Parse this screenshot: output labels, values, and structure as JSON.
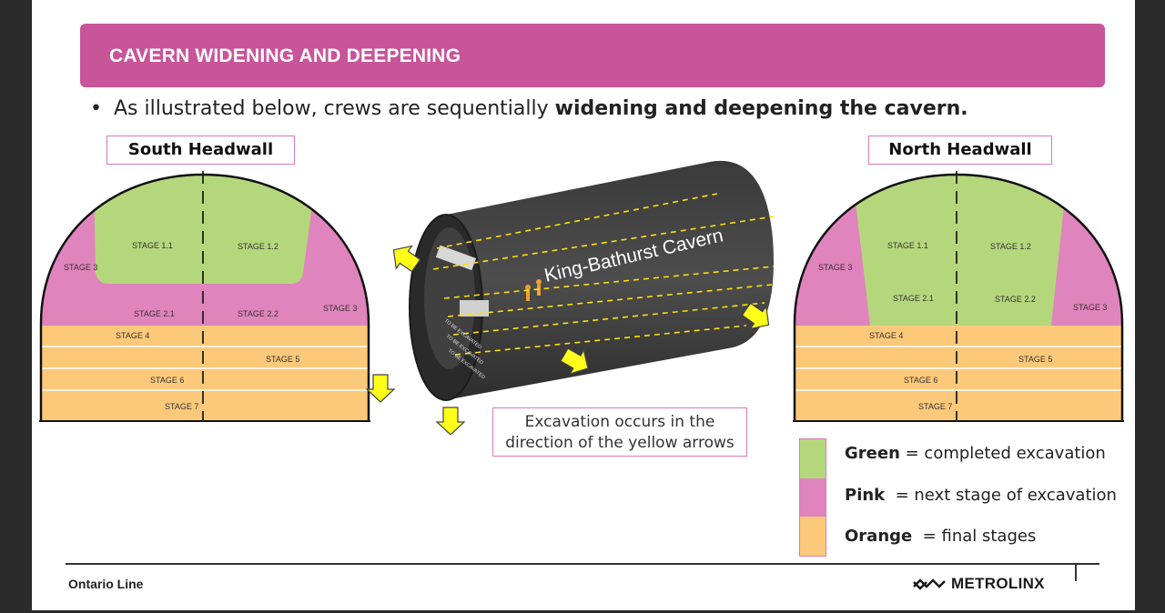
{
  "banner": {
    "title": "CAVERN WIDENING AND DEEPENING"
  },
  "bullet": {
    "prefix": "As illustrated below, crews are sequentially ",
    "bold": "widening and deepening the cavern."
  },
  "south": {
    "title": "South Headwall",
    "stages": {
      "s11": "STAGE 1.1",
      "s12": "STAGE 1.2",
      "s3a": "STAGE 3",
      "s21": "STAGE 2.1",
      "s22": "STAGE 2.2",
      "s3b": "STAGE 3",
      "s4": "STAGE 4",
      "s5": "STAGE 5",
      "s6": "STAGE 6",
      "s7": "STAGE 7"
    }
  },
  "north": {
    "title": "North Headwall",
    "stages": {
      "s11": "STAGE 1.1",
      "s12": "STAGE 1.2",
      "s3a": "STAGE 3",
      "s21": "STAGE 2.1",
      "s22": "STAGE 2.2",
      "s3b": "STAGE 3",
      "s4": "STAGE 4",
      "s5": "STAGE 5",
      "s6": "STAGE 6",
      "s7": "STAGE 7"
    }
  },
  "cavern": {
    "label": "King-Bathurst Cavern",
    "excavate_label": "TO BE EXCAVATED"
  },
  "callout": {
    "line1": "Excavation occurs in the",
    "line2": "direction of the yellow arrows"
  },
  "legend": {
    "green_word": "Green",
    "green_desc": " = completed excavation",
    "pink_word": "Pink",
    "pink_desc": "  = next stage of excavation",
    "orange_word": "Orange",
    "orange_desc": "  = final stages"
  },
  "colors": {
    "banner": "#c8549a",
    "green": "#b5d77c",
    "pink": "#e084bd",
    "orange": "#fcc97a",
    "arrow": "#ffff1a"
  },
  "footer": {
    "left": "Ontario Line",
    "brand": "METROLINX",
    "brand_icon": "metrolinx-logo-icon"
  }
}
